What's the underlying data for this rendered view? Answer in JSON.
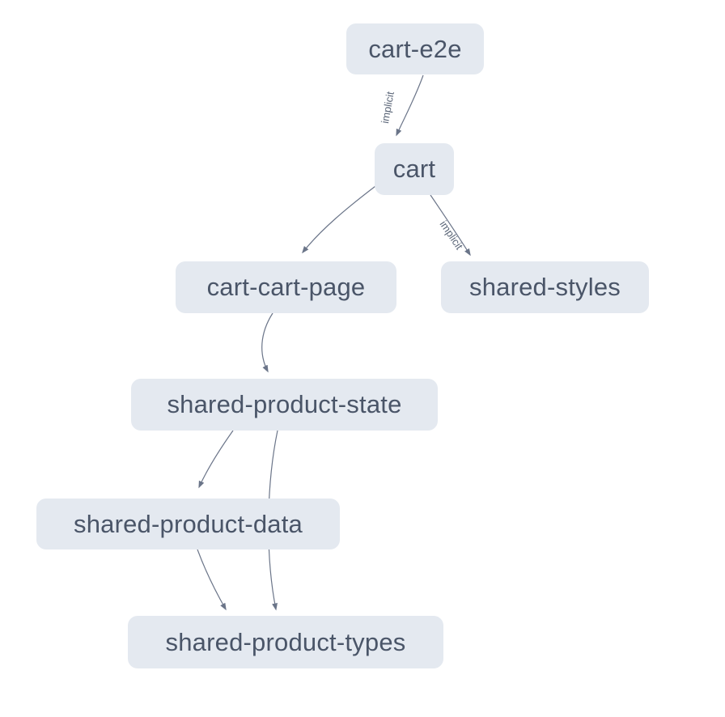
{
  "diagram": {
    "type": "project-dependency-graph",
    "background_color": "#ffffff",
    "node_fill_color": "#e4e9f0",
    "node_text_color": "#4a5568",
    "edge_color": "#6b7589",
    "edge_label_color": "#5a6577",
    "nodes": [
      {
        "id": "cart-e2e",
        "label": "cart-e2e"
      },
      {
        "id": "cart",
        "label": "cart"
      },
      {
        "id": "cart-cart-page",
        "label": "cart-cart-page"
      },
      {
        "id": "shared-styles",
        "label": "shared-styles"
      },
      {
        "id": "shared-product-state",
        "label": "shared-product-state"
      },
      {
        "id": "shared-product-data",
        "label": "shared-product-data"
      },
      {
        "id": "shared-product-types",
        "label": "shared-product-types"
      }
    ],
    "edges": [
      {
        "from": "cart-e2e",
        "to": "cart",
        "label": "implicit"
      },
      {
        "from": "cart",
        "to": "cart-cart-page",
        "label": ""
      },
      {
        "from": "cart",
        "to": "shared-styles",
        "label": "implicit"
      },
      {
        "from": "cart-cart-page",
        "to": "shared-product-state",
        "label": ""
      },
      {
        "from": "shared-product-state",
        "to": "shared-product-data",
        "label": ""
      },
      {
        "from": "shared-product-state",
        "to": "shared-product-types",
        "label": ""
      },
      {
        "from": "shared-product-data",
        "to": "shared-product-types",
        "label": ""
      }
    ]
  }
}
